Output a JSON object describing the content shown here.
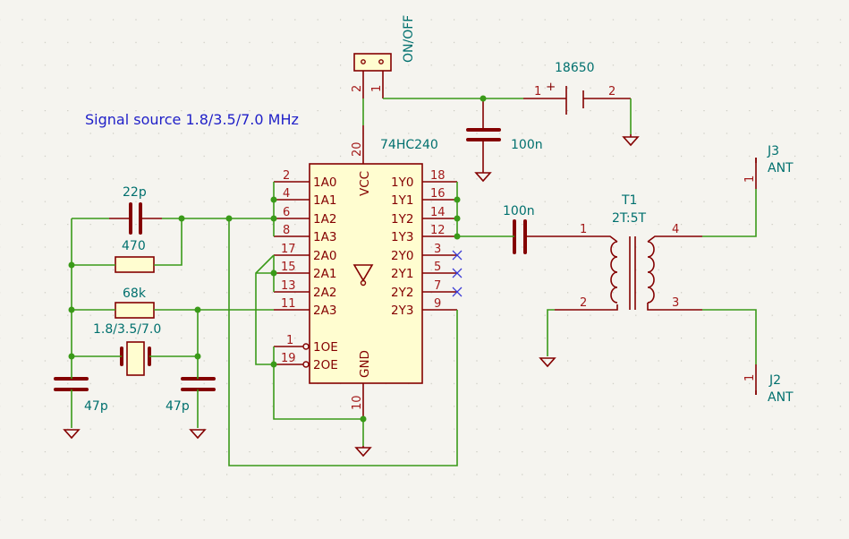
{
  "title": "Signal source 1.8/3.5/7.0 MHz",
  "colors": {
    "wire": "#3a9a19",
    "component": "#840000",
    "component_fill": "#fffdd0",
    "reference": "#00706e",
    "note": "#1f1fc8",
    "no_connect": "#3b3bd6",
    "background": "#f5f4ef",
    "grid": "#c8c8c0"
  },
  "switch": {
    "label": "ON/OFF",
    "pin1": "1",
    "pin2": "2"
  },
  "battery": {
    "label": "18650",
    "pin1": "1",
    "pin2": "2",
    "polarity": "+"
  },
  "c_supply": {
    "value": "100n"
  },
  "c_out": {
    "value": "100n"
  },
  "c_22p": {
    "value": "22p"
  },
  "r_470": {
    "value": "470"
  },
  "r_68k": {
    "value": "68k"
  },
  "crystal": {
    "value": "1.8/3.5/7.0"
  },
  "c_47p_left": {
    "value": "47p"
  },
  "c_47p_right": {
    "value": "47p"
  },
  "ic": {
    "name": "74HC240",
    "vcc_label": "VCC",
    "gnd_label": "GND",
    "vcc_pin": "20",
    "gnd_pin": "10",
    "left_pins": [
      {
        "num": "2",
        "name": "1A0"
      },
      {
        "num": "4",
        "name": "1A1"
      },
      {
        "num": "6",
        "name": "1A2"
      },
      {
        "num": "8",
        "name": "1A3"
      },
      {
        "num": "17",
        "name": "2A0"
      },
      {
        "num": "15",
        "name": "2A1"
      },
      {
        "num": "13",
        "name": "2A2"
      },
      {
        "num": "11",
        "name": "2A3"
      },
      {
        "num": "1",
        "name": "1OE"
      },
      {
        "num": "19",
        "name": "2OE"
      }
    ],
    "right_pins": [
      {
        "num": "18",
        "name": "1Y0"
      },
      {
        "num": "16",
        "name": "1Y1"
      },
      {
        "num": "14",
        "name": "1Y2"
      },
      {
        "num": "12",
        "name": "1Y3"
      },
      {
        "num": "3",
        "name": "2Y0"
      },
      {
        "num": "5",
        "name": "2Y1"
      },
      {
        "num": "7",
        "name": "2Y2"
      },
      {
        "num": "9",
        "name": "2Y3"
      }
    ]
  },
  "transformer": {
    "ref": "T1",
    "value": "2T:5T",
    "pins": [
      "1",
      "2",
      "3",
      "4"
    ]
  },
  "j3": {
    "ref": "J3",
    "value": "ANT",
    "pin": "1"
  },
  "j2": {
    "ref": "J2",
    "value": "ANT",
    "pin": "1"
  }
}
